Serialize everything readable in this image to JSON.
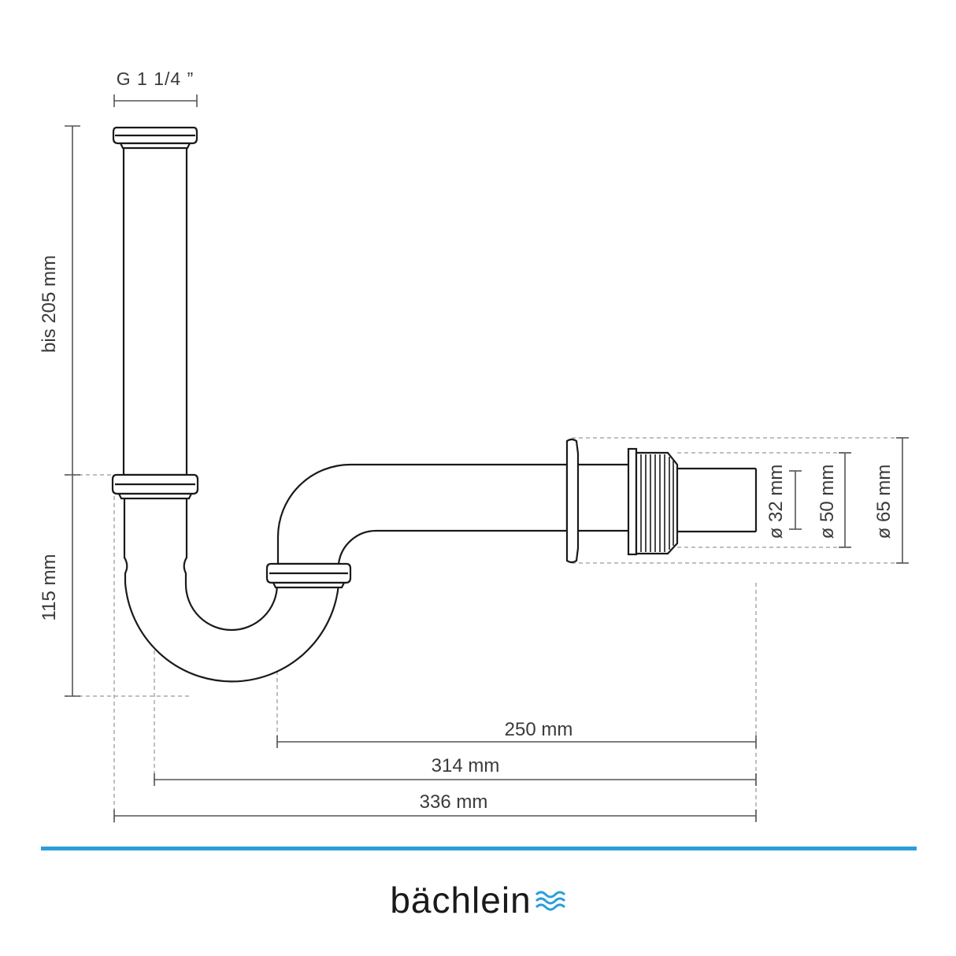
{
  "labels": {
    "thread": "G 1 1/4 ”",
    "height_upper": "bis 205 mm",
    "height_lower": "115 mm",
    "dia_inner": "ø 32 mm",
    "dia_mid": "ø 50 mm",
    "dia_outer": "ø 65 mm",
    "len_250": "250 mm",
    "len_314": "314 mm",
    "len_336": "336 mm"
  },
  "brand": {
    "name": "bächlein",
    "icon": "waves-icon",
    "accent_color": "#2a9fd8"
  }
}
